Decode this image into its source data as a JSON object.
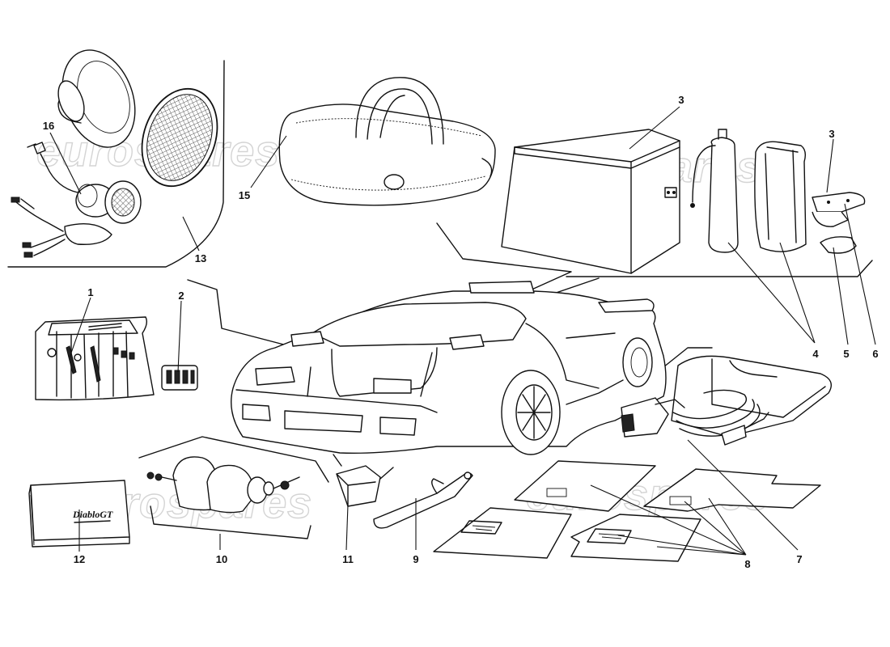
{
  "watermark": "eurospares",
  "callouts": [
    {
      "id": "1",
      "label": "1"
    },
    {
      "id": "2",
      "label": "2"
    },
    {
      "id": "3a",
      "label": "3"
    },
    {
      "id": "3b",
      "label": "3"
    },
    {
      "id": "4",
      "label": "4"
    },
    {
      "id": "5",
      "label": "5"
    },
    {
      "id": "6",
      "label": "6"
    },
    {
      "id": "7",
      "label": "7"
    },
    {
      "id": "8",
      "label": "8"
    },
    {
      "id": "9",
      "label": "9"
    },
    {
      "id": "10",
      "label": "10"
    },
    {
      "id": "11",
      "label": "11"
    },
    {
      "id": "12",
      "label": "12"
    },
    {
      "id": "13",
      "label": "13"
    },
    {
      "id": "15",
      "label": "15"
    },
    {
      "id": "16",
      "label": "16"
    }
  ],
  "manual_cover_text": "DiabloGT"
}
